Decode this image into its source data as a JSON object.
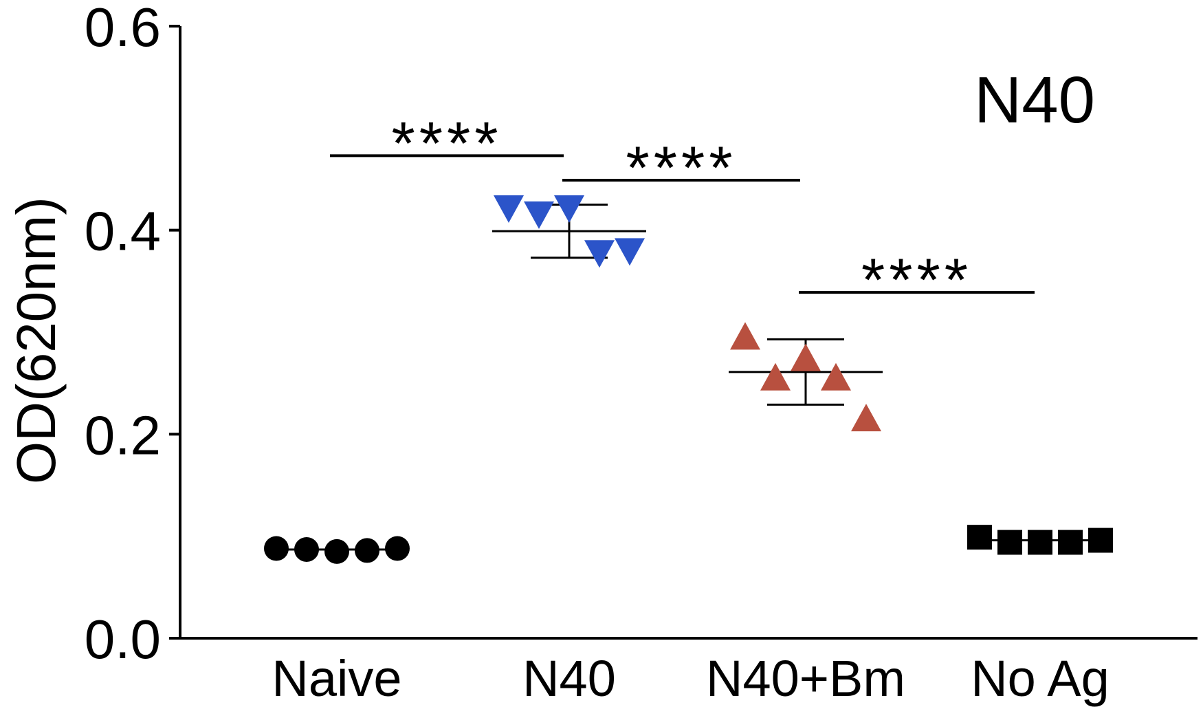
{
  "chart_data": {
    "type": "scatter",
    "title": "N40",
    "xlabel": "",
    "ylabel": "OD(620nm)",
    "ylim": [
      0,
      0.6
    ],
    "yticks": [
      "0.0",
      "0.2",
      "0.4",
      "0.6"
    ],
    "categories": [
      "Naive",
      "N40",
      "N40+Bm",
      "No Ag"
    ],
    "grid": false,
    "legend": "none",
    "series": [
      {
        "category": "Naive",
        "marker": "circle",
        "color": "#000000",
        "points": [
          0.088,
          0.087,
          0.085,
          0.086,
          0.088
        ],
        "mean": 0.087
      },
      {
        "category": "N40",
        "marker": "triangle-down",
        "color": "#2b54c9",
        "points": [
          0.422,
          0.416,
          0.422,
          0.378,
          0.38
        ],
        "mean": 0.399,
        "error": [
          0.373,
          0.425
        ]
      },
      {
        "category": "N40+Bm",
        "marker": "triangle-up",
        "color": "#b8503f",
        "points": [
          0.295,
          0.255,
          0.274,
          0.255,
          0.215
        ],
        "mean": 0.261,
        "error": [
          0.229,
          0.293
        ]
      },
      {
        "category": "No Ag",
        "marker": "square",
        "color": "#000000",
        "points": [
          0.099,
          0.094,
          0.094,
          0.094,
          0.096
        ],
        "mean": 0.096
      }
    ],
    "annotations": [
      {
        "text": "****",
        "from": "Naive",
        "to": "N40",
        "y": 0.473
      },
      {
        "text": "****",
        "from": "N40",
        "to": "N40+Bm",
        "y": 0.449
      },
      {
        "text": "****",
        "from": "N40+Bm",
        "to": "No Ag",
        "y": 0.339
      }
    ]
  }
}
